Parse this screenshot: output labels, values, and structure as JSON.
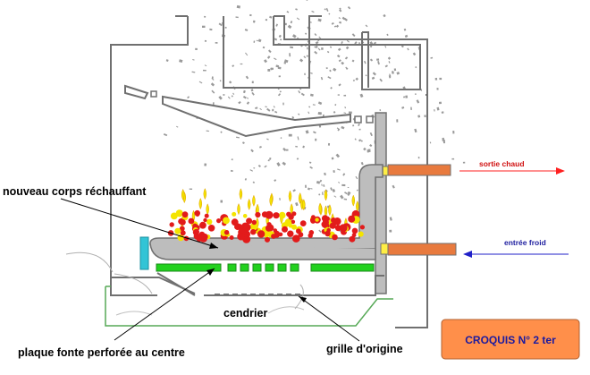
{
  "labels": {
    "body": "nouveau corps réchauffant",
    "outlet": "sortie chaud",
    "inlet": "entrée froid",
    "ashpan": "cendrier",
    "plate": "plaque fonte perforée au centre",
    "grate": "grille d'origine",
    "title": "CROQUIS N° 2 ter"
  },
  "colors": {
    "outline": "#707070",
    "structure_fill": "#bdbdbd",
    "pipe_fill": "#e87a3e",
    "grate_green": "#22d11e",
    "ash_outline": "#57a957",
    "flame_red": "#e21b1b",
    "flame_yellow": "#f4e400",
    "outlet_arrow": "#ff2020",
    "inlet_arrow": "#2020c8",
    "riser_cyan": "#32c4d6",
    "title_box": "#ff8f4a",
    "title_text": "#1a1aa0",
    "smoke": "#9a9a9a",
    "connector": "#ffee44"
  }
}
